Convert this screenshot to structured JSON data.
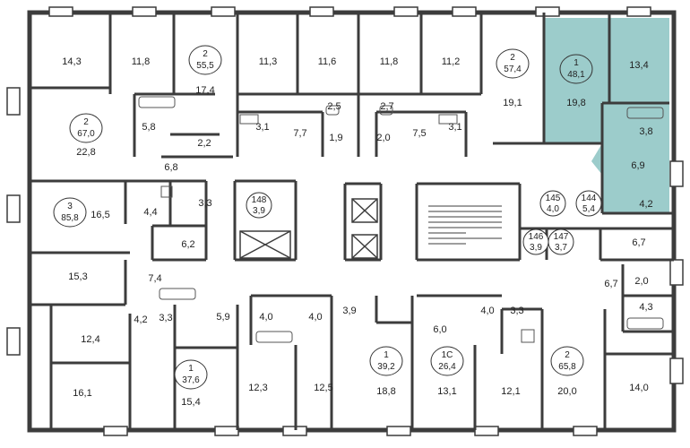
{
  "colors": {
    "wall": "#3c3c3c",
    "highlight": "#9ccccb",
    "background": "#ffffff",
    "partition": "#7a7a7a"
  },
  "rooms": [
    {
      "label": "14,3"
    },
    {
      "label": "11,8"
    },
    {
      "label": "17,4"
    },
    {
      "label": "11,3"
    },
    {
      "label": "11,6"
    },
    {
      "label": "11,8"
    },
    {
      "label": "11,2"
    },
    {
      "label": "19,1"
    },
    {
      "label": "19,8"
    },
    {
      "label": "13,4"
    },
    {
      "label": "5,8"
    },
    {
      "label": "2,2"
    },
    {
      "label": "3,1"
    },
    {
      "label": "2,5"
    },
    {
      "label": "2,7"
    },
    {
      "label": "3,1"
    },
    {
      "label": "7,7"
    },
    {
      "label": "1,9"
    },
    {
      "label": "2,0"
    },
    {
      "label": "7,5"
    },
    {
      "label": "3,8"
    },
    {
      "label": "6,9"
    },
    {
      "label": "22,8"
    },
    {
      "label": "6,8"
    },
    {
      "label": "16,5"
    },
    {
      "label": "4,4"
    },
    {
      "label": "3,3"
    },
    {
      "label": "4,2"
    },
    {
      "label": "6,2"
    },
    {
      "label": "6,7"
    },
    {
      "label": "15,3"
    },
    {
      "label": "7,4"
    },
    {
      "label": "6,7"
    },
    {
      "label": "2,0"
    },
    {
      "label": "4,3"
    },
    {
      "label": "4,2"
    },
    {
      "label": "3,3"
    },
    {
      "label": "5,9"
    },
    {
      "label": "4,0"
    },
    {
      "label": "4,0"
    },
    {
      "label": "3,9"
    },
    {
      "label": "6,0"
    },
    {
      "label": "4,0"
    },
    {
      "label": "3,3"
    },
    {
      "label": "12,4"
    },
    {
      "label": "12,3"
    },
    {
      "label": "12,5"
    },
    {
      "label": "18,8"
    },
    {
      "label": "13,1"
    },
    {
      "label": "12,1"
    },
    {
      "label": "20,0"
    },
    {
      "label": "14,0"
    },
    {
      "label": "16,1"
    },
    {
      "label": "15,4"
    }
  ],
  "apartments": [
    {
      "rooms": "2",
      "area": "55,5"
    },
    {
      "rooms": "2",
      "area": "57,4"
    },
    {
      "rooms": "1",
      "area": "48,1",
      "highlighted": true
    },
    {
      "rooms": "2",
      "area": "67,0"
    },
    {
      "rooms": "3",
      "area": "85,8"
    },
    {
      "rooms": "1",
      "area": "37,6"
    },
    {
      "rooms": "1",
      "area": "39,2"
    },
    {
      "rooms": "1С",
      "area": "26,4"
    },
    {
      "rooms": "2",
      "area": "65,8"
    }
  ],
  "storages": [
    {
      "number": "148",
      "area": "3,9"
    },
    {
      "number": "145",
      "area": "4,0"
    },
    {
      "number": "144",
      "area": "5,4"
    },
    {
      "number": "146",
      "area": "3,9"
    },
    {
      "number": "147",
      "area": "3,7"
    }
  ]
}
